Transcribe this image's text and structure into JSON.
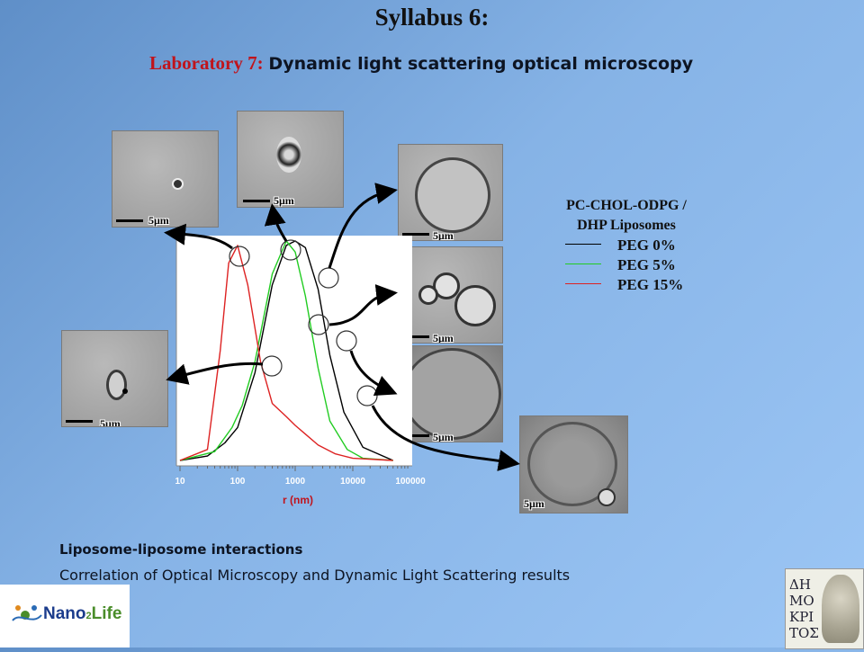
{
  "title": "Syllabus 6:",
  "subtitle": {
    "lab": "Laboratory 7:",
    "topic": "Dynamic light scattering optical microscopy"
  },
  "scale_label": "5μm",
  "chart_data": {
    "type": "line",
    "x_scale": "log",
    "xlabel": "r (nm)",
    "ylabel": "",
    "x_ticks": [
      "10",
      "100",
      "1000",
      "10000",
      "100000"
    ],
    "xlim": [
      10,
      100000
    ],
    "ylim": [
      0,
      1
    ],
    "series": [
      {
        "name": "PEG 0%",
        "color": "#000000",
        "x": [
          10,
          30,
          60,
          100,
          200,
          400,
          700,
          1000,
          1500,
          2500,
          4000,
          7000,
          15000,
          50000
        ],
        "y": [
          0,
          0.02,
          0.08,
          0.15,
          0.4,
          0.8,
          0.98,
          1.0,
          0.97,
          0.78,
          0.48,
          0.22,
          0.06,
          0
        ]
      },
      {
        "name": "PEG 5%",
        "color": "#22cc22",
        "x": [
          10,
          40,
          80,
          120,
          200,
          400,
          700,
          1000,
          1500,
          2500,
          4000,
          8000,
          15000,
          50000
        ],
        "y": [
          0,
          0.04,
          0.15,
          0.25,
          0.45,
          0.85,
          1.0,
          0.95,
          0.75,
          0.42,
          0.18,
          0.05,
          0.01,
          0
        ]
      },
      {
        "name": "PEG 15%",
        "color": "#dd2222",
        "x": [
          10,
          30,
          50,
          70,
          100,
          150,
          250,
          400,
          700,
          1000,
          1500,
          2500,
          5000,
          10000,
          50000
        ],
        "y": [
          0,
          0.05,
          0.5,
          0.9,
          0.98,
          0.8,
          0.45,
          0.26,
          0.2,
          0.16,
          0.12,
          0.07,
          0.03,
          0.01,
          0
        ]
      }
    ]
  },
  "legend": {
    "title_line1": "PC-CHOL-ODPG /",
    "title_line2": "DHP Liposomes",
    "items": [
      {
        "label": "PEG 0%",
        "color": "#000000"
      },
      {
        "label": "PEG 5%",
        "color": "#22cc22"
      },
      {
        "label": "PEG 15%",
        "color": "#dd2222"
      }
    ]
  },
  "caption": {
    "heading": "Liposome-liposome interactions",
    "body": "Correlation of Optical Microscopy and Dynamic Light Scattering results"
  },
  "logos": {
    "nano": {
      "prefix": "Nano",
      "sub": "2",
      "suffix": "Life"
    },
    "right": [
      "ΔΗ",
      "ΜΟ",
      "ΚΡΙ",
      "ΤΟΣ"
    ]
  }
}
